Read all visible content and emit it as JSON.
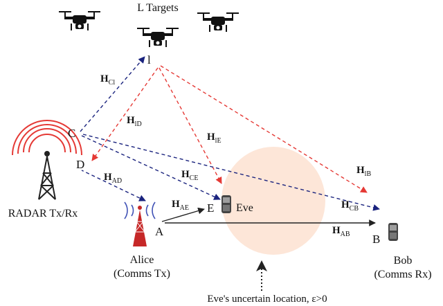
{
  "title": "L Targets",
  "nodes": {
    "target": "l",
    "c": "C",
    "d": "D",
    "e": "E",
    "a": "A",
    "b": "B"
  },
  "captions": {
    "radar": "RADAR Tx/Rx",
    "eve": "Eve",
    "alice_name": "Alice",
    "alice_role": "(Comms Tx)",
    "bob_name": "Bob",
    "bob_role": "(Comms Rx)",
    "eve_region": "Eve's uncertain location, ε>0"
  },
  "channels": {
    "cl": {
      "main": "H",
      "sub": "Cl"
    },
    "ld": {
      "main": "H",
      "sub": "lD"
    },
    "le": {
      "main": "H",
      "sub": "lE"
    },
    "lb": {
      "main": "H",
      "sub": "lB"
    },
    "ad": {
      "main": "H",
      "sub": "AD"
    },
    "ce": {
      "main": "H",
      "sub": "CE"
    },
    "ae": {
      "main": "H",
      "sub": "AE"
    },
    "cb": {
      "main": "H",
      "sub": "CB"
    },
    "ab": {
      "main": "H",
      "sub": "AB"
    }
  },
  "colors": {
    "blue_link": "#1a237e",
    "red_link": "#e53935",
    "black_link": "#222222",
    "eve_region_fill": "#fde6d8",
    "radar_tower": "#222222",
    "radar_waves": "#e53935",
    "alice_tower": "#c62828",
    "alice_waves": "#3f51b5"
  },
  "icons": [
    "drone-icon",
    "radar-tower-icon",
    "alice-tower-icon",
    "phone-icon"
  ]
}
